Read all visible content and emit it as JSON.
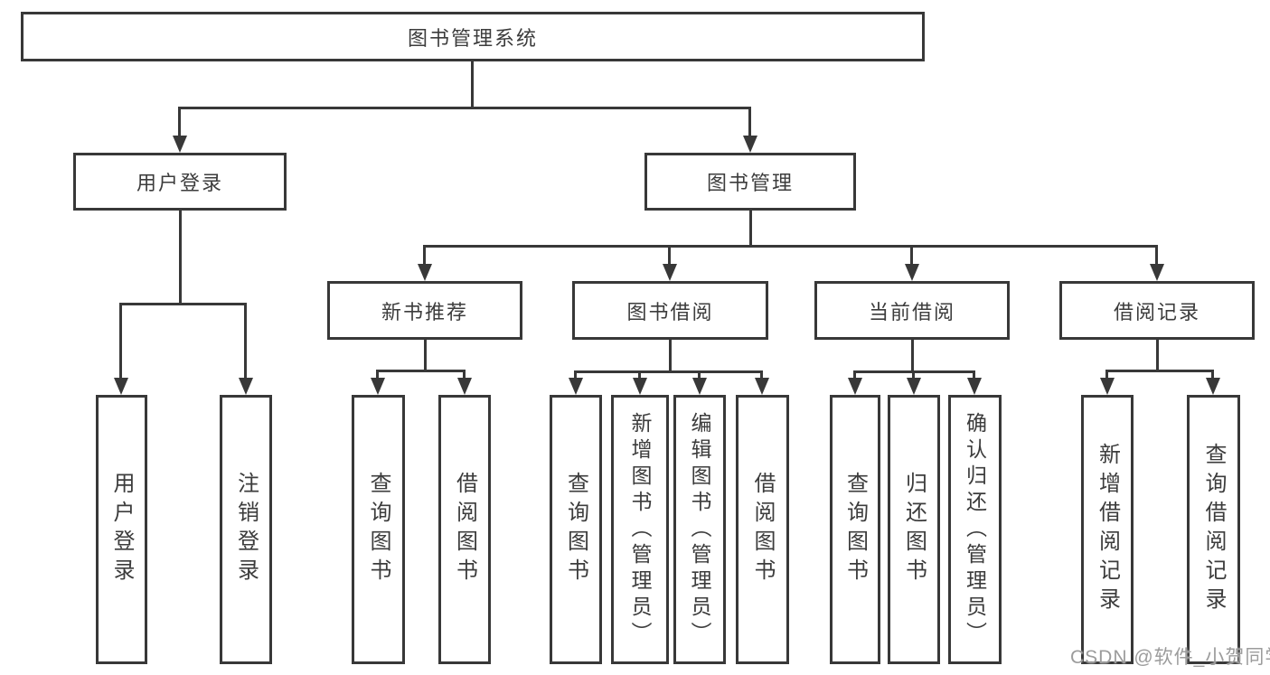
{
  "diagram": {
    "type": "hierarchy-tree",
    "title": "图书管理系统",
    "watermark": "CSDN @软件_小贺同学",
    "colors": {
      "line": "#383838",
      "box_border": "#383838",
      "text": "#3c3c3c",
      "background": "#ffffff",
      "watermark": "#9c9c9c"
    },
    "nodes": [
      {
        "id": "root",
        "label": "图书管理系统",
        "parent": null,
        "level": 1
      },
      {
        "id": "user-login",
        "label": "用户登录",
        "parent": "root",
        "level": 2
      },
      {
        "id": "book-mgmt",
        "label": "图书管理",
        "parent": "root",
        "level": 2
      },
      {
        "id": "new-book-rec",
        "label": "新书推荐",
        "parent": "book-mgmt",
        "level": 3
      },
      {
        "id": "book-borrow",
        "label": "图书借阅",
        "parent": "book-mgmt",
        "level": 3
      },
      {
        "id": "current-borrow",
        "label": "当前借阅",
        "parent": "book-mgmt",
        "level": 3
      },
      {
        "id": "borrow-record",
        "label": "借阅记录",
        "parent": "book-mgmt",
        "level": 3
      },
      {
        "id": "leaf-user-login",
        "label": "用户登录",
        "parent": "user-login",
        "level": 4
      },
      {
        "id": "leaf-logout",
        "label": "注销登录",
        "parent": "user-login",
        "level": 4
      },
      {
        "id": "nr-query-books",
        "label": "查询图书",
        "parent": "new-book-rec",
        "level": 4
      },
      {
        "id": "nr-borrow-books",
        "label": "借阅图书",
        "parent": "new-book-rec",
        "level": 4
      },
      {
        "id": "bb-query-books",
        "label": "查询图书",
        "parent": "book-borrow",
        "level": 4
      },
      {
        "id": "bb-add-books",
        "label": "新增图书（管理员）",
        "parent": "book-borrow",
        "level": 4
      },
      {
        "id": "bb-edit-books",
        "label": "编辑图书（管理员）",
        "parent": "book-borrow",
        "level": 4
      },
      {
        "id": "bb-borrow-books",
        "label": "借阅图书",
        "parent": "book-borrow",
        "level": 4
      },
      {
        "id": "cb-query-books",
        "label": "查询图书",
        "parent": "current-borrow",
        "level": 4
      },
      {
        "id": "cb-return-books",
        "label": "归还图书",
        "parent": "current-borrow",
        "level": 4
      },
      {
        "id": "cb-confirm",
        "label": "确认归还（管理员）",
        "parent": "current-borrow",
        "level": 4
      },
      {
        "id": "br-add-record",
        "label": "新增借阅记录",
        "parent": "borrow-record",
        "level": 4
      },
      {
        "id": "br-query-record",
        "label": "查询借阅记录",
        "parent": "borrow-record",
        "level": 4
      }
    ]
  }
}
